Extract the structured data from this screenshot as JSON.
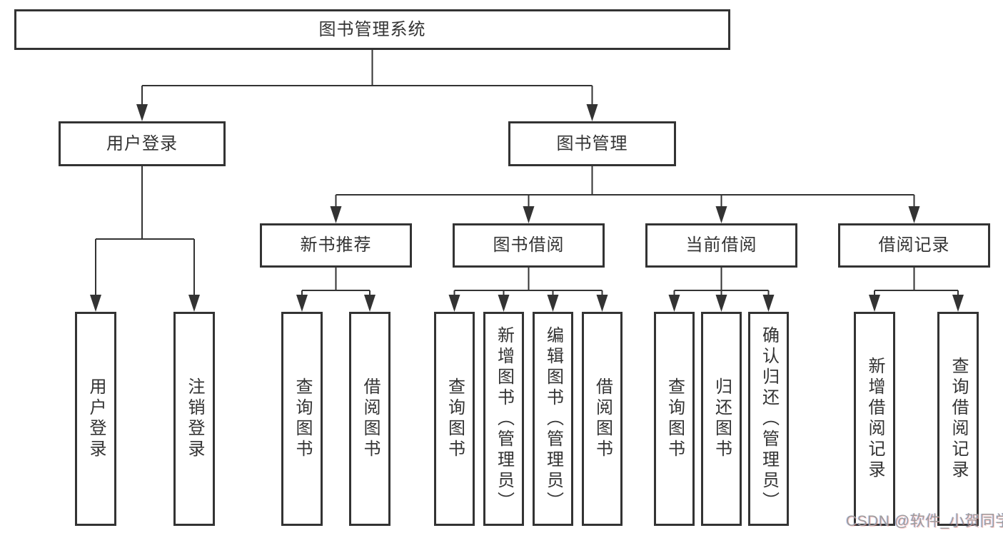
{
  "colors": {
    "line": "#333333",
    "box_background": "#ffffff",
    "watermark": "#9c9c9c"
  },
  "watermark": {
    "text": "CSDN @软件_小贺同学"
  },
  "diagram": {
    "root": {
      "label": "图书管理系统"
    },
    "children": [
      {
        "label": "用户登录",
        "children": [
          {
            "label": "用户登录"
          },
          {
            "label": "注销登录"
          }
        ]
      },
      {
        "label": "图书管理",
        "children": [
          {
            "label": "新书推荐",
            "children": [
              {
                "label": "查询图书"
              },
              {
                "label": "借阅图书"
              }
            ]
          },
          {
            "label": "图书借阅",
            "children": [
              {
                "label": "查询图书"
              },
              {
                "label": "新增图书（管理员）"
              },
              {
                "label": "编辑图书（管理员）"
              },
              {
                "label": "借阅图书"
              }
            ]
          },
          {
            "label": "当前借阅",
            "children": [
              {
                "label": "查询图书"
              },
              {
                "label": "归还图书"
              },
              {
                "label": "确认归还（管理员）"
              }
            ]
          },
          {
            "label": "借阅记录",
            "children": [
              {
                "label": "新增借阅记录"
              },
              {
                "label": "查询借阅记录"
              }
            ]
          }
        ]
      }
    ]
  }
}
